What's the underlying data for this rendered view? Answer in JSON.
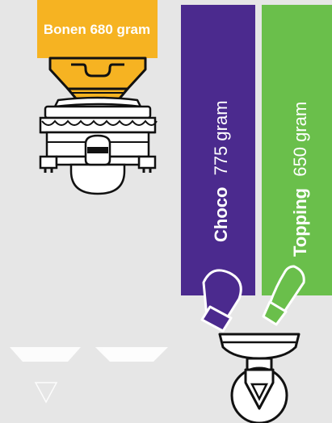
{
  "beans_hopper": {
    "label": "Bonen 680 gram",
    "color": "#f6b322"
  },
  "choco_container": {
    "name": "Choco",
    "amount": "775 gram",
    "color": "#4b2a8e"
  },
  "topping_container": {
    "name": "Topping",
    "amount": "650 gram",
    "color": "#6abf4b"
  }
}
